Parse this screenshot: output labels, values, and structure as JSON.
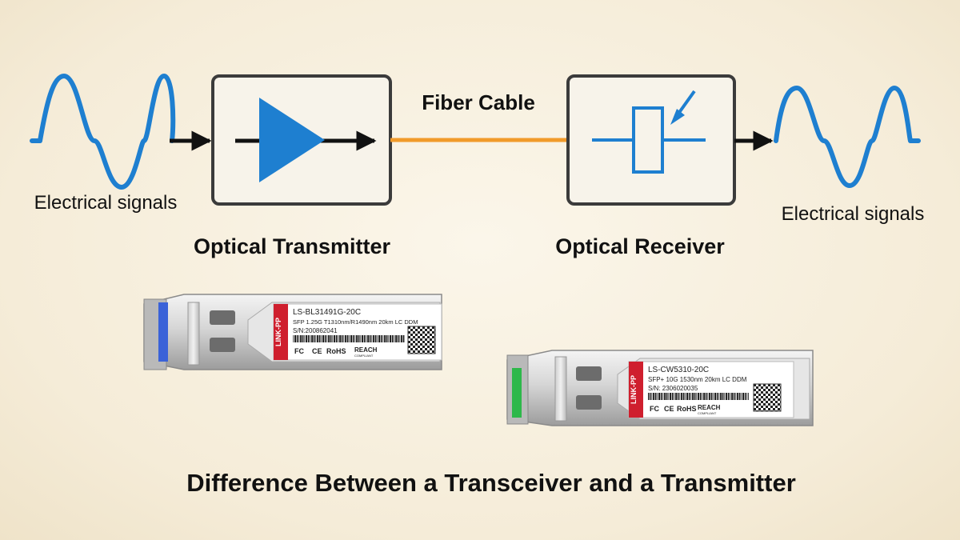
{
  "diagram": {
    "input_label": "Electrical signals",
    "output_label": "Electrical signals",
    "transmitter_label": "Optical Transmitter",
    "receiver_label": "Optical Receiver",
    "cable_label": "Fiber Cable",
    "title": "Difference Between a Transceiver and a Transmitter"
  },
  "colors": {
    "signal": "#1e7fd0",
    "cable": "#f19a2a",
    "box_border": "#3b3b3b",
    "brand_red": "#cf1f2e",
    "latch_blue": "#3a62d8",
    "latch_green": "#2db84a"
  },
  "module_1": {
    "brand": "LINK-PP",
    "model": "LS-BL31491G-20C",
    "spec": "SFP 1.25G T1310nm/R1490nm 20km LC DDM",
    "serial": "S/N:200862041",
    "marks": [
      "FC",
      "CE",
      "RoHS"
    ],
    "reach": "REACH",
    "reach_sub": "COMPLIANT"
  },
  "module_2": {
    "brand": "LINK-PP",
    "model": "LS-CW5310-20C",
    "spec": "SFP+ 10G 1530nm 20km LC DDM",
    "serial": "S/N: 2306020035",
    "marks": [
      "FC",
      "CE",
      "RoHS"
    ],
    "reach": "REACH",
    "reach_sub": "COMPLIANT"
  }
}
